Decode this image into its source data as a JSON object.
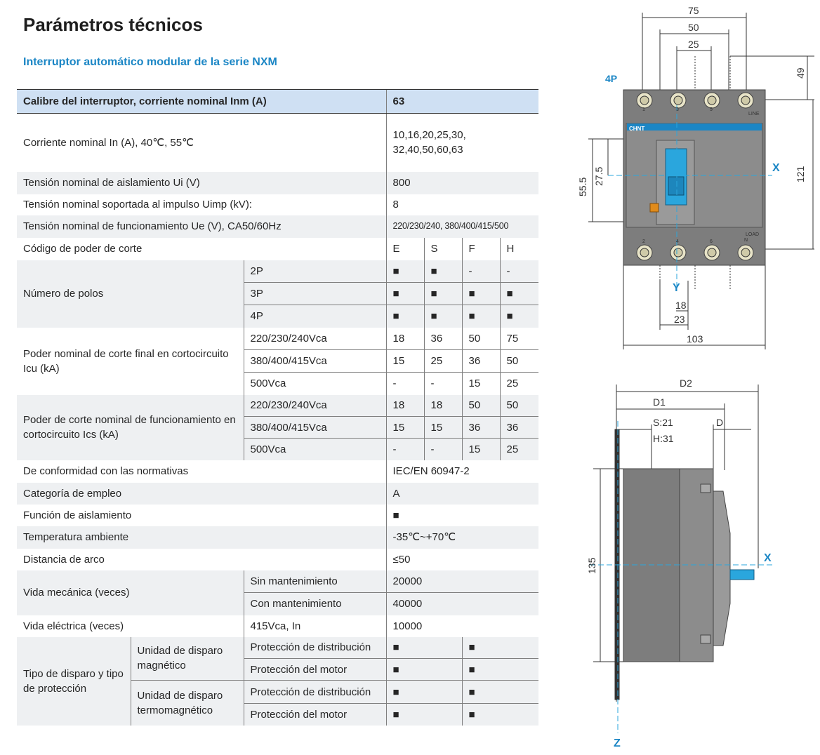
{
  "title": "Parámetros técnicos",
  "subtitle": "Interruptor automático modular de la serie NXM",
  "table": {
    "header_label": "Calibre del interruptor, corriente nominal Inm (A)",
    "header_value": "63",
    "in_label": "Corriente nominal In (A), 40℃, 55℃",
    "in_value": "10,16,20,25,30,\n32,40,50,60,63",
    "ui_label": "Tensión nominal de aislamiento Ui (V)",
    "ui_value": "800",
    "uimp_label": "Tensión nominal soportada al impulso Uimp (kV):",
    "uimp_value": "8",
    "ue_label": "Tensión nominal de funcionamiento Ue (V), CA50/60Hz",
    "ue_value": "220/230/240, 380/400/415/500",
    "codigo_label": "Código de poder de corte",
    "codes": [
      "E",
      "S",
      "F",
      "H"
    ],
    "polos_label": "Número de polos",
    "polos": [
      {
        "label": "2P",
        "vals": [
          "■",
          "■",
          "-",
          "-"
        ]
      },
      {
        "label": "3P",
        "vals": [
          "■",
          "■",
          "■",
          "■"
        ]
      },
      {
        "label": "4P",
        "vals": [
          "■",
          "■",
          "■",
          "■"
        ]
      }
    ],
    "icu_label": "Poder nominal de corte final en cortocircuito Icu (kA)",
    "icu": [
      {
        "label": "220/230/240Vca",
        "vals": [
          "18",
          "36",
          "50",
          "75"
        ]
      },
      {
        "label": "380/400/415Vca",
        "vals": [
          "15",
          "25",
          "36",
          "50"
        ]
      },
      {
        "label": "500Vca",
        "vals": [
          "-",
          "-",
          "15",
          "25"
        ]
      }
    ],
    "ics_label": "Poder de corte nominal de funcionamiento en cortocircuito Ics (kA)",
    "ics": [
      {
        "label": "220/230/240Vca",
        "vals": [
          "18",
          "18",
          "50",
          "50"
        ]
      },
      {
        "label": "380/400/415Vca",
        "vals": [
          "15",
          "15",
          "36",
          "36"
        ]
      },
      {
        "label": "500Vca",
        "vals": [
          "-",
          "-",
          "15",
          "25"
        ]
      }
    ],
    "normas_label": "De conformidad con las normativas",
    "normas_value": "IEC/EN 60947-2",
    "categoria_label": "Categoría de empleo",
    "categoria_value": "A",
    "aislamiento_label": "Función de aislamiento",
    "aislamiento_value": "■",
    "temp_label": "Temperatura ambiente",
    "temp_value": "-35℃~+70℃",
    "arco_label": "Distancia de arco",
    "arco_value": "≤50",
    "vida_mec_label": "Vida mecánica (veces)",
    "vida_mec": [
      {
        "label": "Sin mantenimiento",
        "value": "20000"
      },
      {
        "label": "Con mantenimiento",
        "value": "40000"
      }
    ],
    "vida_elec_label": "Vida eléctrica (veces)",
    "vida_elec_cond": "415Vca, In",
    "vida_elec_value": "10000",
    "disparo_label": "Tipo de disparo y tipo de protección",
    "magnetico_label": "Unidad de disparo magnético",
    "termo_label": "Unidad de disparo termomagnético",
    "prot_dist": "Protección de distribución",
    "prot_motor": "Protección del motor",
    "mark": "■"
  },
  "drawing_front": {
    "dims": [
      "75",
      "50",
      "25",
      "49",
      "121",
      "55.5",
      "27.5",
      "18",
      "23",
      "103"
    ],
    "label_4p": "4P",
    "axis_x": "X",
    "axis_y": "Y",
    "brand": "CHNT",
    "line": "LINE",
    "load": "LOAD",
    "n": "N",
    "terminals_top": [
      "1",
      "3",
      "5"
    ],
    "terminals_bottom": [
      "2",
      "4",
      "6"
    ]
  },
  "drawing_side": {
    "d2": "D2",
    "d1": "D1",
    "s": "S:21",
    "h": "H:31",
    "d": "D",
    "dim_135": "135",
    "axis_x": "X",
    "axis_z": "Z"
  },
  "colors": {
    "accent": "#1b86c5",
    "header_bg": "#cfe0f3",
    "stripe": "#eef0f2",
    "body_grey": "#7d7d7d",
    "handle_blue": "#2aa6dd"
  }
}
